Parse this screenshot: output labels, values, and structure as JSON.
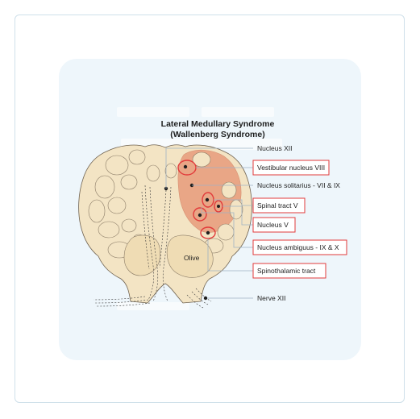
{
  "title_line1": "Lateral Medullary Syndrome",
  "title_line2": "(Wallenberg Syndrome)",
  "labels": {
    "nucleus_xii": "Nucleus XII",
    "vestibular": "Vestibular nucleus VIII",
    "solitarius": "Nucleus solitarius - VII & IX",
    "spinal_tract": "Spinal tract V",
    "nucleus_v": "Nucleus V",
    "ambiguus": "Nucleus ambiguus - IX & X",
    "spinothalamic": "Spinothalamic tract",
    "nerve_xii": "Nerve XII",
    "olive": "Olive"
  },
  "colors": {
    "tissue": "#f3e4c4",
    "tissue_stroke": "#6f6250",
    "lesion": "#e8a080",
    "highlight": "#e23b3b",
    "leader": "#9fb2c4",
    "panel": "#eef6fb"
  }
}
